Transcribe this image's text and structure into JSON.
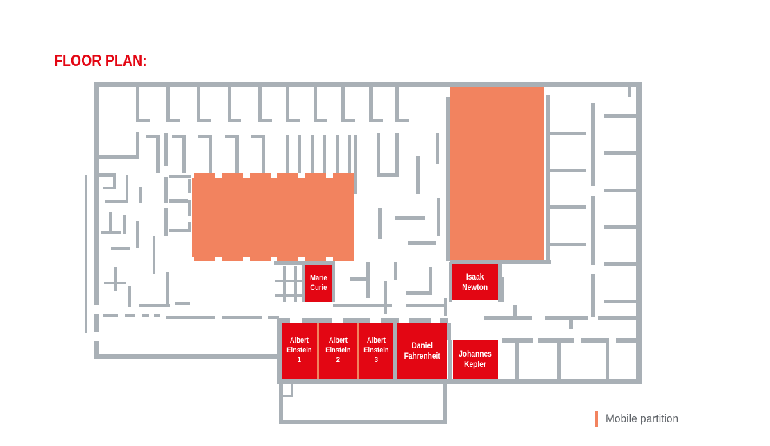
{
  "title": "FLOOR PLAN:",
  "rooms": {
    "marie_curie": "Marie\nCurie",
    "isaak_newton": "Isaak\nNewton",
    "albert_einstein_1": "Albert\nEinstein\n1",
    "albert_einstein_2": "Albert\nEinstein\n2",
    "albert_einstein_3": "Albert\nEinstein\n3",
    "daniel_fahrenheit": "Daniel\nFahrenheit",
    "johannes_kepler": "Johannes\nKepler"
  },
  "legend": {
    "label": "Mobile partition"
  },
  "colors": {
    "wall": "#A9B0B6",
    "highlight": "#F2835F",
    "room": "#E30613",
    "title": "#E30613",
    "room_text": "#FFFFFF",
    "legend_text": "#5F6368",
    "background": "#FFFFFF"
  }
}
